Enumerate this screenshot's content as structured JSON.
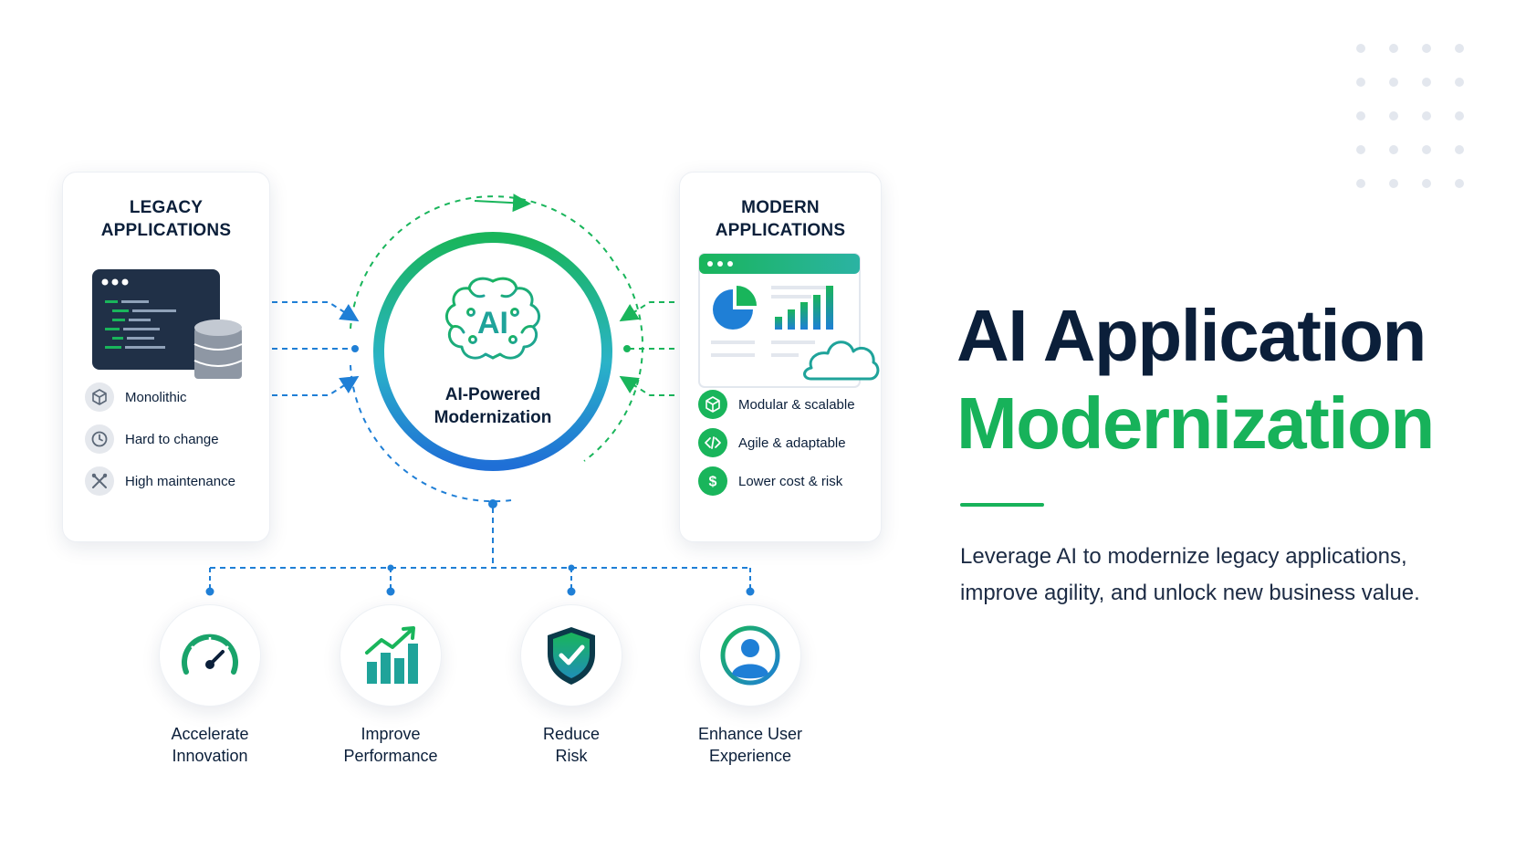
{
  "legacy": {
    "title_line1": "LEGACY",
    "title_line2": "APPLICATIONS",
    "features": [
      {
        "label": "Monolithic",
        "icon": "cube-icon"
      },
      {
        "label": "Hard to change",
        "icon": "clock-icon"
      },
      {
        "label": "High maintenance",
        "icon": "tools-icon"
      }
    ]
  },
  "modern": {
    "title_line1": "MODERN",
    "title_line2": "APPLICATIONS",
    "features": [
      {
        "label": "Modular & scalable",
        "icon": "cube-icon"
      },
      {
        "label": "Agile & adaptable",
        "icon": "code-icon"
      },
      {
        "label": "Lower cost & risk",
        "icon": "dollar-icon"
      }
    ]
  },
  "hub": {
    "badge": "AI",
    "label_line1": "AI-Powered",
    "label_line2": "Modernization",
    "icon": "brain-icon"
  },
  "benefits": [
    {
      "line1": "Accelerate",
      "line2": "Innovation",
      "icon": "speedometer-icon"
    },
    {
      "line1": "Improve",
      "line2": "Performance",
      "icon": "growth-chart-icon"
    },
    {
      "line1": "Reduce",
      "line2": "Risk",
      "icon": "shield-check-icon"
    },
    {
      "line1": "Enhance User",
      "line2": "Experience",
      "icon": "user-icon"
    }
  ],
  "hero": {
    "title_line1": "AI Application",
    "title_line2": "Modernization",
    "subtitle_line1": "Leverage AI to modernize legacy applications,",
    "subtitle_line2": "improve agility, and unlock new business value."
  },
  "colors": {
    "navy": "#0b1f3a",
    "green": "#17b25a",
    "blue": "#1f7fd6",
    "teal": "#1fa39a"
  }
}
